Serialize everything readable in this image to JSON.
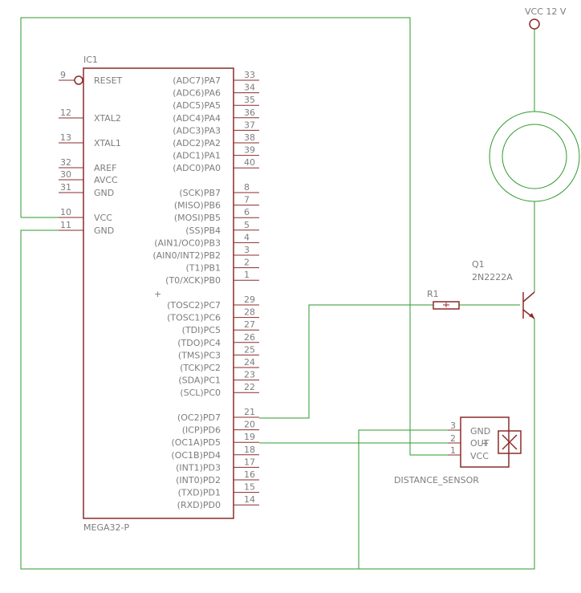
{
  "ic": {
    "ref": "IC1",
    "value": "MEGA32-P",
    "left_pins": [
      {
        "num": "9",
        "name": "RESET"
      },
      {
        "num": "12",
        "name": "XTAL2"
      },
      {
        "num": "13",
        "name": "XTAL1"
      },
      {
        "num": "32",
        "name": "AREF"
      },
      {
        "num": "30",
        "name": "AVCC"
      },
      {
        "num": "31",
        "name": "GND"
      },
      {
        "num": "10",
        "name": "VCC"
      },
      {
        "num": "11",
        "name": "GND"
      }
    ],
    "right_pins": [
      {
        "num": "33",
        "name": "(ADC7)PA7"
      },
      {
        "num": "34",
        "name": "(ADC6)PA6"
      },
      {
        "num": "35",
        "name": "(ADC5)PA5"
      },
      {
        "num": "36",
        "name": "(ADC4)PA4"
      },
      {
        "num": "37",
        "name": "(ADC3)PA3"
      },
      {
        "num": "38",
        "name": "(ADC2)PA2"
      },
      {
        "num": "39",
        "name": "(ADC1)PA1"
      },
      {
        "num": "40",
        "name": "(ADC0)PA0"
      },
      {
        "num": "8",
        "name": "(SCK)PB7"
      },
      {
        "num": "7",
        "name": "(MISO)PB6"
      },
      {
        "num": "6",
        "name": "(MOSI)PB5"
      },
      {
        "num": "5",
        "name": "(SS)PB4"
      },
      {
        "num": "4",
        "name": "(AIN1/OC0)PB3"
      },
      {
        "num": "3",
        "name": "(AIN0/INT2)PB2"
      },
      {
        "num": "2",
        "name": "(T1)PB1"
      },
      {
        "num": "1",
        "name": "(T0/XCK)PB0"
      },
      {
        "num": "29",
        "name": "(TOSC2)PC7"
      },
      {
        "num": "28",
        "name": "(TOSC1)PC6"
      },
      {
        "num": "27",
        "name": "(TDI)PC5"
      },
      {
        "num": "26",
        "name": "(TDO)PC4"
      },
      {
        "num": "25",
        "name": "(TMS)PC3"
      },
      {
        "num": "24",
        "name": "(TCK)PC2"
      },
      {
        "num": "23",
        "name": "(SDA)PC1"
      },
      {
        "num": "22",
        "name": "(SCL)PC0"
      },
      {
        "num": "21",
        "name": "(OC2)PD7"
      },
      {
        "num": "20",
        "name": "(ICP)PD6"
      },
      {
        "num": "19",
        "name": "(OC1A)PD5"
      },
      {
        "num": "18",
        "name": "(OC1B)PD4"
      },
      {
        "num": "17",
        "name": "(INT1)PD3"
      },
      {
        "num": "16",
        "name": "(INT0)PD2"
      },
      {
        "num": "15",
        "name": "(TXD)PD1"
      },
      {
        "num": "14",
        "name": "(RXD)PD0"
      }
    ]
  },
  "supply": {
    "label": "VCC 12 V"
  },
  "transistor": {
    "ref": "Q1",
    "value": "2N2222A"
  },
  "resistor": {
    "ref": "R1"
  },
  "sensor": {
    "name": "DISTANCE_SENSOR",
    "pins": [
      {
        "num": "3",
        "name": "GND"
      },
      {
        "num": "2",
        "name": "OUT"
      },
      {
        "num": "1",
        "name": "VCC"
      }
    ]
  },
  "colors": {
    "wire": "#2e9a2e",
    "part": "#8c2a2a",
    "text": "#7d7d7d"
  }
}
